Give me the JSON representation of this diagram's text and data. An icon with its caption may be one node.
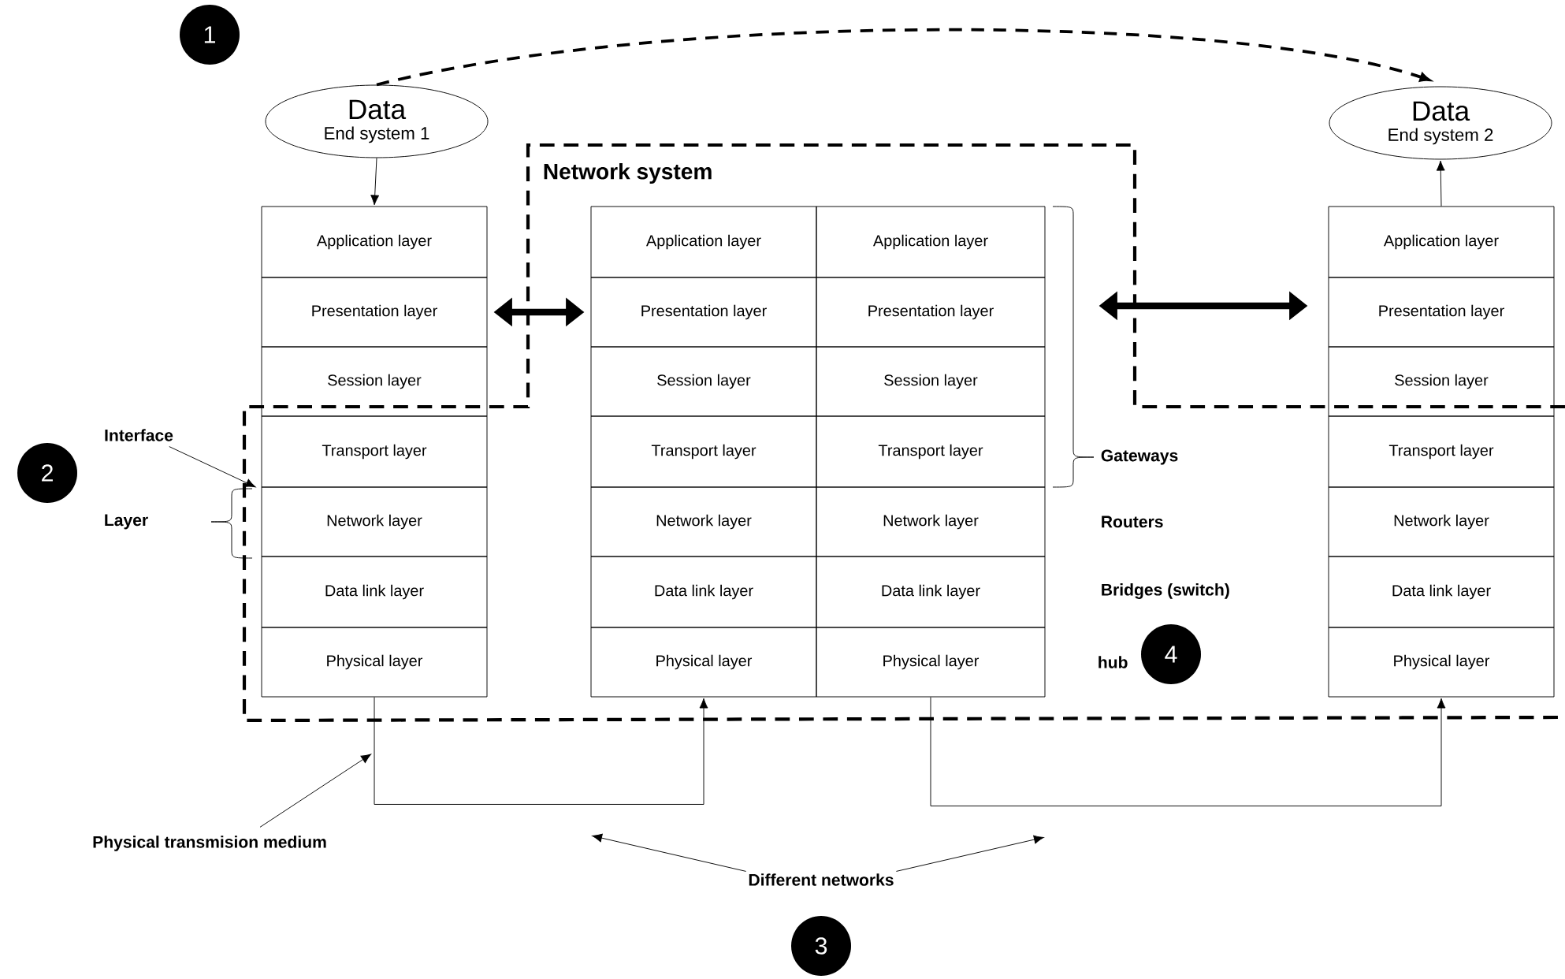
{
  "diagram": {
    "nodes": [
      {
        "text": [
          "Data",
          "End system 1"
        ]
      },
      {
        "text": [
          "Data",
          "End system 2"
        ]
      },
      {
        "text": [
          "Application layer"
        ]
      },
      {
        "text": [
          "Presentation layer"
        ]
      },
      {
        "text": [
          "Session layer"
        ]
      },
      {
        "text": [
          "Transport layer"
        ]
      },
      {
        "text": [
          "Network layer"
        ]
      },
      {
        "text": [
          "Data link layer"
        ]
      },
      {
        "text": [
          "Physical layer"
        ]
      },
      {
        "text": [
          "Application layer"
        ]
      },
      {
        "text": [
          "Presentation layer"
        ]
      },
      {
        "text": [
          "Session layer"
        ]
      },
      {
        "text": [
          "Transport layer"
        ]
      },
      {
        "text": [
          "Network layer"
        ]
      },
      {
        "text": [
          "Data link layer"
        ]
      },
      {
        "text": [
          "Physical layer"
        ]
      },
      {
        "text": [
          "Application layer"
        ]
      },
      {
        "text": [
          "Presentation layer"
        ]
      },
      {
        "text": [
          "Session layer"
        ]
      },
      {
        "text": [
          "Transport layer"
        ]
      },
      {
        "text": [
          "Network layer"
        ]
      },
      {
        "text": [
          "Data link layer"
        ]
      },
      {
        "text": [
          "Physical layer"
        ]
      },
      {
        "text": [
          "Application layer"
        ]
      },
      {
        "text": [
          "Presentation layer"
        ]
      },
      {
        "text": [
          "Session layer"
        ]
      },
      {
        "text": [
          "Transport layer"
        ]
      },
      {
        "text": [
          "Network layer"
        ]
      },
      {
        "text": [
          "Data link layer"
        ]
      },
      {
        "text": [
          "Physical layer"
        ]
      },
      {
        "text": [
          "Interface"
        ]
      },
      {
        "text": [
          "Physical transmision medium"
        ]
      },
      {
        "text": [
          "Different networks"
        ]
      },
      {
        "text": [
          "1"
        ]
      },
      {
        "text": [
          "2"
        ]
      },
      {
        "text": [
          "3"
        ]
      },
      {
        "text": [
          "4"
        ]
      }
    ],
    "edges": [
      {
        "from": 0,
        "to": 2,
        "arrow": "to"
      },
      {
        "from": 23,
        "to": 1,
        "arrow": "to"
      },
      {
        "from": 0,
        "to": 1,
        "arrow": "to",
        "style": "dashed"
      },
      {
        "from": 3,
        "to": 10,
        "arrow": "both",
        "style": "thick"
      },
      {
        "from": 17,
        "to": 24,
        "arrow": "both",
        "style": "thick"
      },
      {
        "from": 8,
        "to": 15,
        "arrow": "to"
      },
      {
        "from": 22,
        "to": 29,
        "arrow": "to"
      },
      {
        "from": 30,
        "to": 5,
        "arrow": "to"
      },
      {
        "from": 31,
        "to": null,
        "arrow": "to"
      },
      {
        "from": 32,
        "to": null,
        "arrow": "to"
      },
      {
        "from": 32,
        "to": null,
        "arrow": "to"
      }
    ],
    "labels": [
      "Network system",
      "Layer",
      "Gateways",
      "Routers",
      "Bridges (switch)",
      "hub"
    ]
  }
}
